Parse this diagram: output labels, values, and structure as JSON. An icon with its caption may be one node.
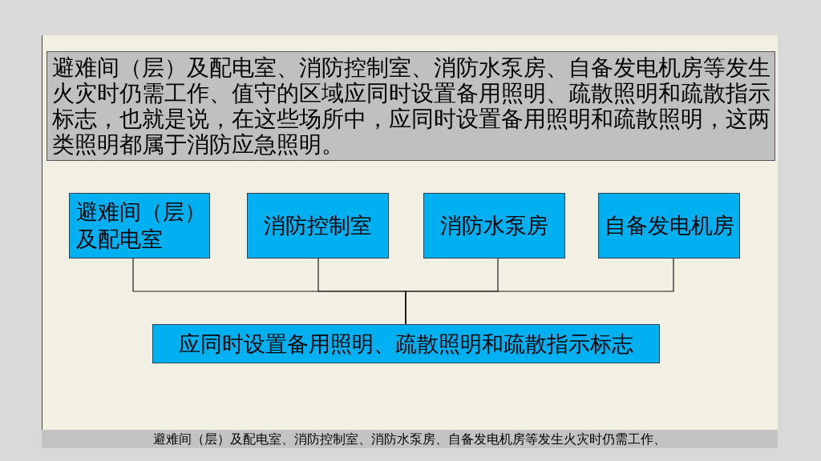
{
  "diagram": {
    "caption": "避难间（层）及配电室、消防控制室、消防水泵房、自备发电机房等发生火灾时仍需工作、",
    "nodes": [
      {
        "text": [
          "避难间（层）及配电室、消防控制室、消防水泵房、自备发电机房等发生火灾时仍需工作、值守的区域应同时设置备用照明、疏散照明和疏散指示标志，也就是说，在这些场所中，应同时设置备用照明和疏散照明，这两类照明都属于消防应急照明。"
        ]
      },
      {
        "text": [
          "避难间（层）及配电室"
        ]
      },
      {
        "text": [
          "消防控制室"
        ]
      },
      {
        "text": [
          "消防水泵房"
        ]
      },
      {
        "text": [
          "自备发电机房"
        ]
      },
      {
        "text": [
          "应同时设置备用照明、疏散照明和疏散指示标志"
        ]
      }
    ],
    "edges": [
      {
        "from": 1,
        "to": 5,
        "arrow": "none"
      },
      {
        "from": 2,
        "to": 5,
        "arrow": "none"
      },
      {
        "from": 3,
        "to": 5,
        "arrow": "none"
      },
      {
        "from": 4,
        "to": 5,
        "arrow": "none"
      }
    ]
  }
}
